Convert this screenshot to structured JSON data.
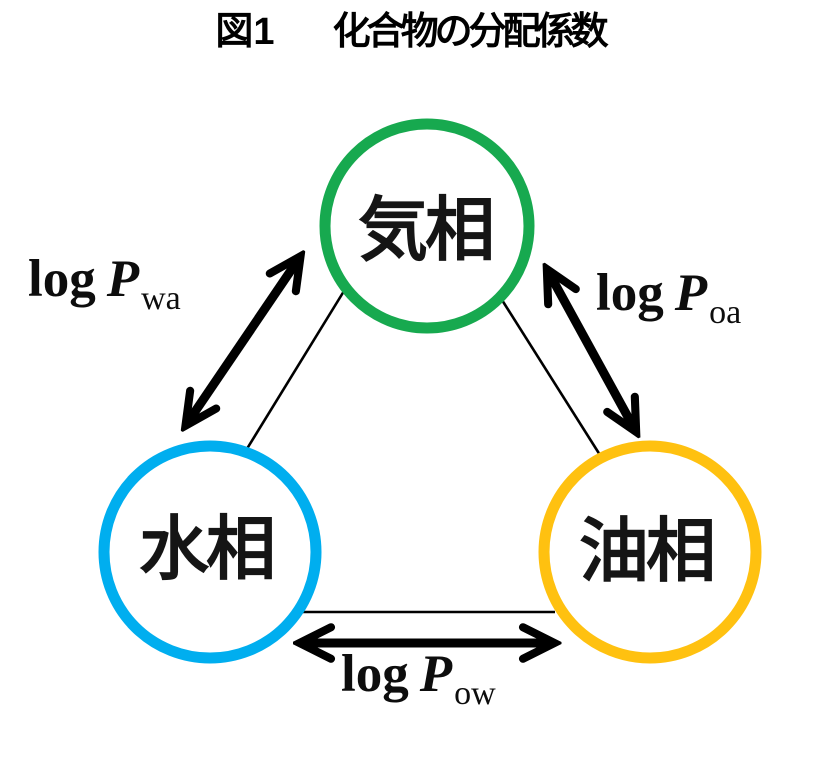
{
  "title": {
    "figure_no": "図1",
    "text": "化合物の分配係数"
  },
  "nodes": {
    "gas": {
      "label": "気相",
      "color": "#17a94f"
    },
    "water": {
      "label": "水相",
      "color": "#00aeef"
    },
    "oil": {
      "label": "油相",
      "color": "#ffc110"
    }
  },
  "edges": {
    "water_air": {
      "log": "log",
      "symbol": "P",
      "sub": "wa"
    },
    "oil_air": {
      "log": "log",
      "symbol": "P",
      "sub": "oa"
    },
    "oil_water": {
      "log": "log",
      "symbol": "P",
      "sub": "ow"
    }
  },
  "colors": {
    "line": "#000000",
    "text": "#000000",
    "background": "#ffffff"
  }
}
